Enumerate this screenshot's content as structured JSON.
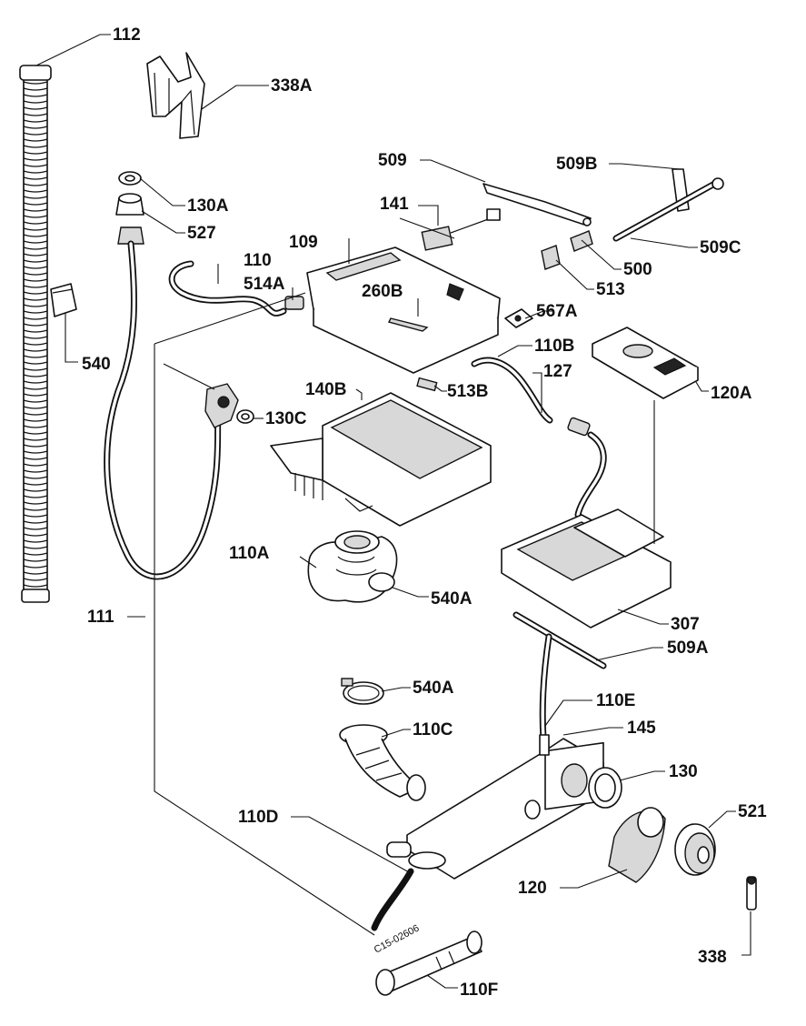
{
  "drawing_code": "C15-02606",
  "labels": [
    {
      "id": "l112",
      "text": "112"
    },
    {
      "id": "l338A",
      "text": "338A"
    },
    {
      "id": "l509",
      "text": "509"
    },
    {
      "id": "l509B",
      "text": "509B"
    },
    {
      "id": "l130A",
      "text": "130A"
    },
    {
      "id": "l141",
      "text": "141"
    },
    {
      "id": "l527",
      "text": "527"
    },
    {
      "id": "l109",
      "text": "109"
    },
    {
      "id": "l509C",
      "text": "509C"
    },
    {
      "id": "l110",
      "text": "110"
    },
    {
      "id": "l514A",
      "text": "514A"
    },
    {
      "id": "l500",
      "text": "500"
    },
    {
      "id": "l260B",
      "text": "260B"
    },
    {
      "id": "l513",
      "text": "513"
    },
    {
      "id": "l567A",
      "text": "567A"
    },
    {
      "id": "l110B",
      "text": "110B"
    },
    {
      "id": "l540",
      "text": "540"
    },
    {
      "id": "l127",
      "text": "127"
    },
    {
      "id": "l140B",
      "text": "140B"
    },
    {
      "id": "l513B",
      "text": "513B"
    },
    {
      "id": "l120A",
      "text": "120A"
    },
    {
      "id": "l130C",
      "text": "130C"
    },
    {
      "id": "l110A",
      "text": "110A"
    },
    {
      "id": "l540A_1",
      "text": "540A"
    },
    {
      "id": "l111",
      "text": "111"
    },
    {
      "id": "l307",
      "text": "307"
    },
    {
      "id": "l509A",
      "text": "509A"
    },
    {
      "id": "l540A_2",
      "text": "540A"
    },
    {
      "id": "l110E",
      "text": "110E"
    },
    {
      "id": "l110C",
      "text": "110C"
    },
    {
      "id": "l145",
      "text": "145"
    },
    {
      "id": "l130",
      "text": "130"
    },
    {
      "id": "l110D",
      "text": "110D"
    },
    {
      "id": "l521",
      "text": "521"
    },
    {
      "id": "l120",
      "text": "120"
    },
    {
      "id": "l338",
      "text": "338"
    },
    {
      "id": "l110F",
      "text": "110F"
    }
  ]
}
